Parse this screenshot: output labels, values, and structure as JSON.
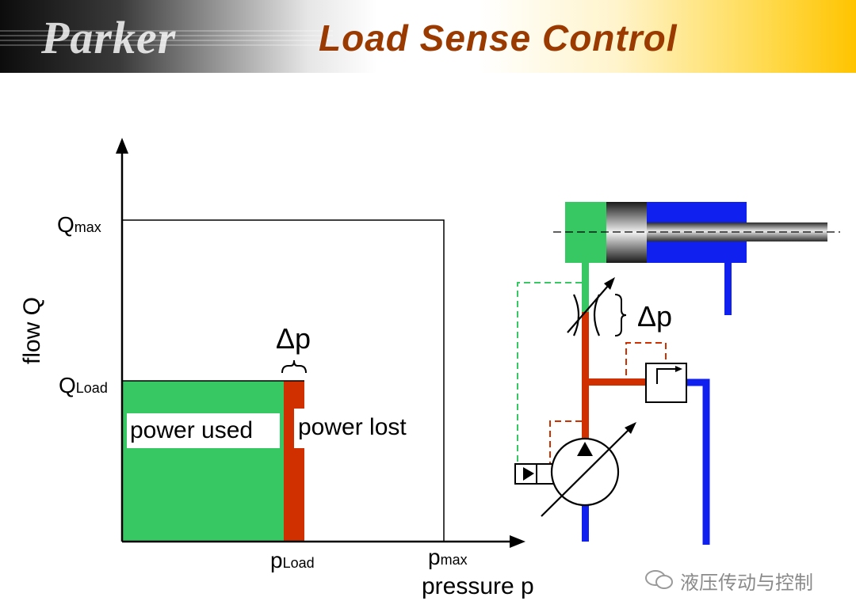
{
  "header": {
    "logo_text": "Parker",
    "title": "Load Sense Control"
  },
  "graph": {
    "y_axis_label": "flow Q",
    "x_axis_label": "pressure p",
    "q_max_main": "Q",
    "q_max_sub": "max",
    "q_load_main": "Q",
    "q_load_sub": "Load",
    "p_load_main": "p",
    "p_load_sub": "Load",
    "p_max_main": "p",
    "p_max_sub": "max",
    "delta_p": "Δp",
    "power_used": "power used",
    "power_lost": "power lost"
  },
  "circuit": {
    "delta_p": "Δp"
  },
  "watermark": {
    "text": "液压传动与控制"
  },
  "colors": {
    "title": "#9b3a00",
    "green": "#37c864",
    "red": "#d03000",
    "blue": "#1020ee"
  }
}
